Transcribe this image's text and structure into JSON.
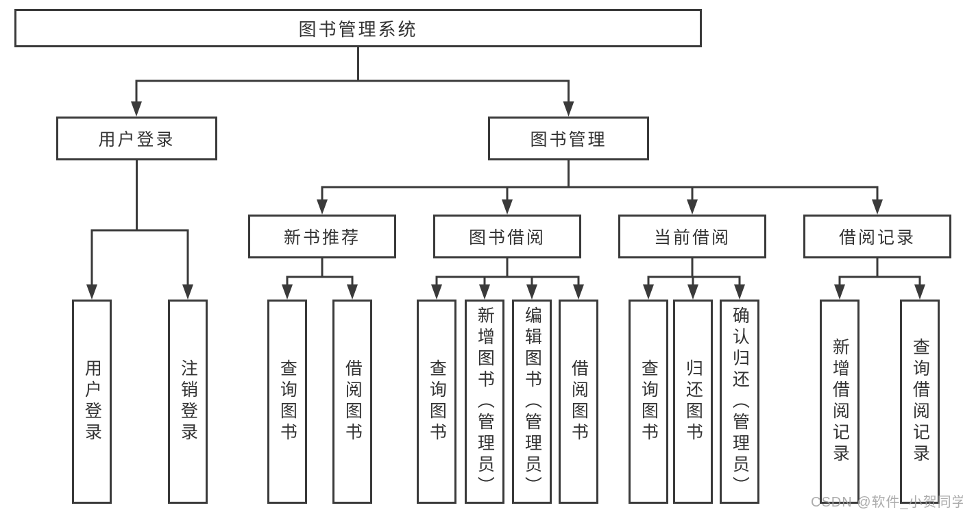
{
  "tree": {
    "root": {
      "label": "图书管理系统"
    },
    "branches": [
      {
        "label": "用户登录",
        "children": [
          {
            "label": "用户登录"
          },
          {
            "label": "注销登录"
          }
        ]
      },
      {
        "label": "图书管理",
        "children": [
          {
            "label": "新书推荐",
            "children": [
              {
                "label": "查询图书"
              },
              {
                "label": "借阅图书"
              }
            ]
          },
          {
            "label": "图书借阅",
            "children": [
              {
                "label": "查询图书"
              },
              {
                "label": "新增图书（管理员）"
              },
              {
                "label": "编辑图书（管理员）"
              },
              {
                "label": "借阅图书"
              }
            ]
          },
          {
            "label": "当前借阅",
            "children": [
              {
                "label": "查询图书"
              },
              {
                "label": "归还图书"
              },
              {
                "label": "确认归还（管理员）"
              }
            ]
          },
          {
            "label": "借阅记录",
            "children": [
              {
                "label": "新增借阅记录"
              },
              {
                "label": "查询借阅记录"
              }
            ]
          }
        ]
      }
    ]
  },
  "watermark": "CSDN @软件_小贺同学",
  "colors": {
    "line": "#3a3a3a",
    "text": "#333333",
    "background": "#ffffff",
    "watermark": "#9e9e9e"
  }
}
